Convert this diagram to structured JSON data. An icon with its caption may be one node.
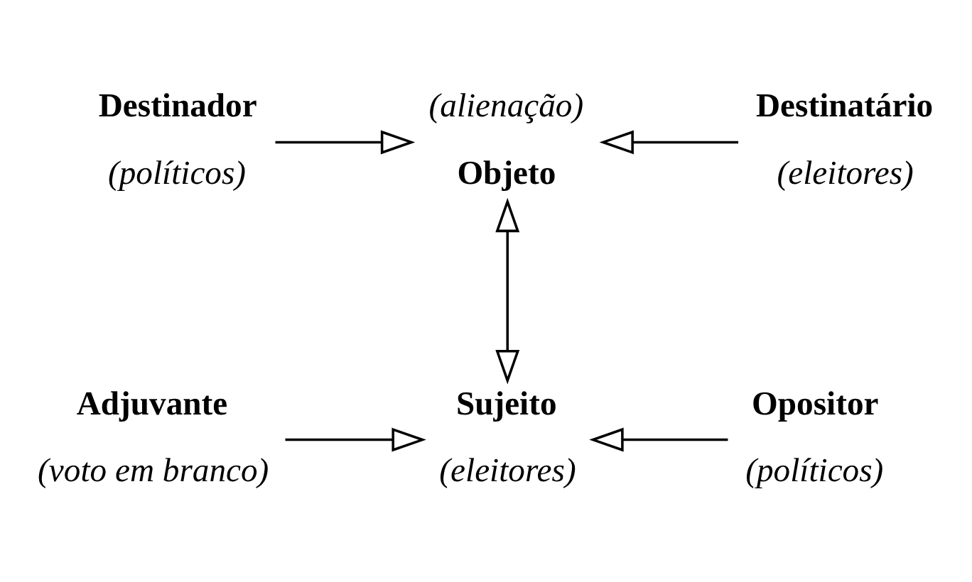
{
  "diagram": {
    "nodes": [
      {
        "text": [
          "Destinador"
        ],
        "beside": [
          "(políticos)"
        ]
      },
      {
        "text": [
          "Objeto"
        ],
        "beside": [
          "(alienação)"
        ]
      },
      {
        "text": [
          "Destinatário"
        ],
        "beside": [
          "(eleitores)"
        ]
      },
      {
        "text": [
          "Adjuvante"
        ],
        "beside": [
          "(voto em branco)"
        ]
      },
      {
        "text": [
          "Sujeito"
        ],
        "beside": [
          "(eleitores)"
        ]
      },
      {
        "text": [
          "Opositor"
        ],
        "beside": [
          "(políticos)"
        ]
      }
    ],
    "edges": [
      {
        "from": 0,
        "to": 1,
        "arrow": "to"
      },
      {
        "from": 2,
        "to": 1,
        "arrow": "to"
      },
      {
        "from": 1,
        "to": 4,
        "arrow": "both"
      },
      {
        "from": 3,
        "to": 4,
        "arrow": "to"
      },
      {
        "from": 5,
        "to": 4,
        "arrow": "to"
      }
    ]
  }
}
